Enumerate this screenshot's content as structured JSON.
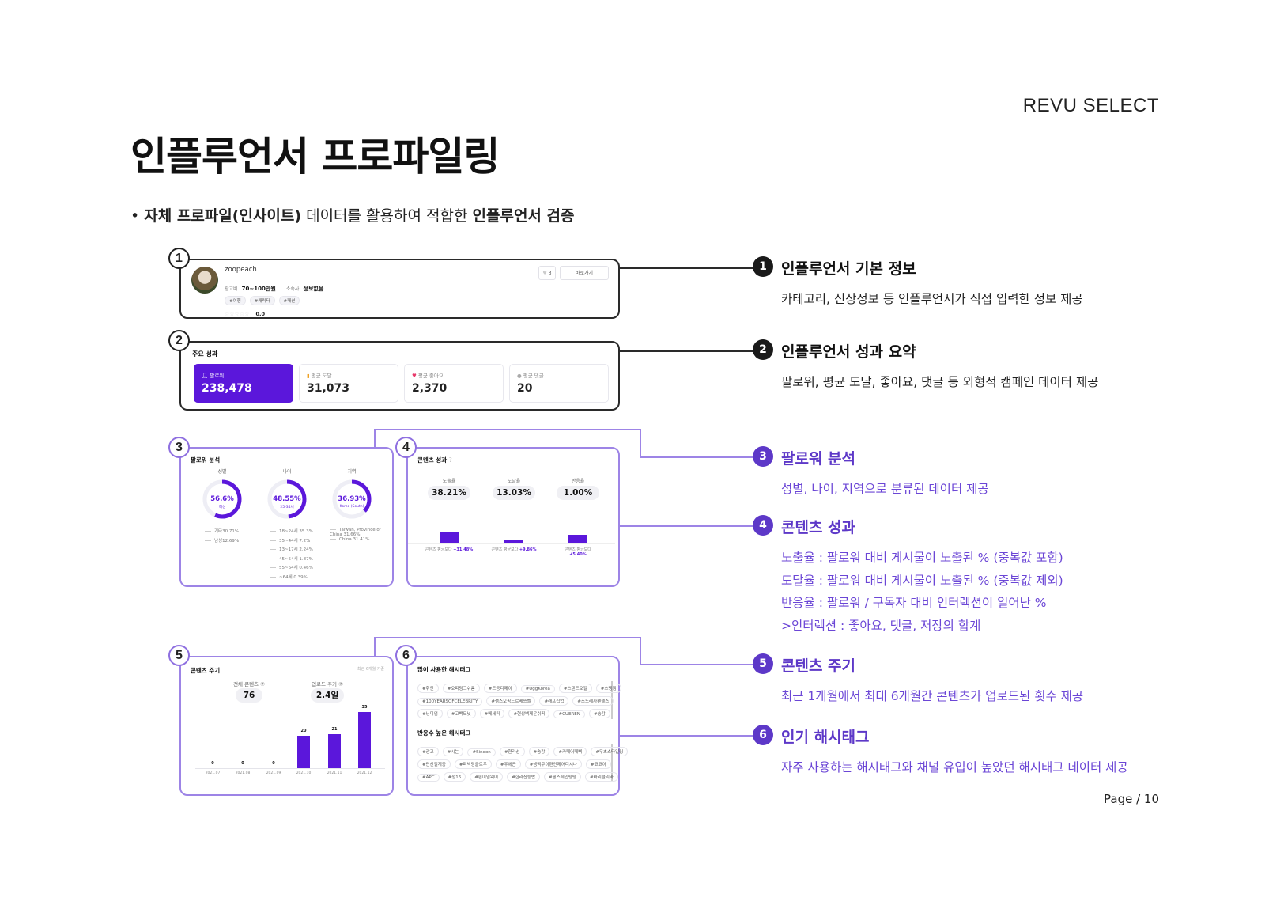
{
  "brand": "REVU SELECT",
  "title": "인플루언서 프로파일링",
  "subtitle": {
    "bullet": "•",
    "bold1": "자체 프로파일(인사이트)",
    "mid": " 데이터를 활용하여 적합한 ",
    "bold2": "인플루언서 검증"
  },
  "page": "Page / 10",
  "colors": {
    "primary": "#5b17db",
    "accent_text": "#6b46d6",
    "border_purple": "#9d84e6",
    "dark": "#222222"
  },
  "panel1": {
    "num": "1",
    "name": "zoopeach",
    "fee_label": "광고비",
    "fee": "70~100만원",
    "agency_label": "소속사",
    "agency": "정보없음",
    "tags": [
      "#여행",
      "#캐릭터",
      "#패션"
    ],
    "stars": "☆☆☆☆☆",
    "rating": "0.0",
    "rating_fraction": 0,
    "likes": "3",
    "shortcut_label": "바로가기"
  },
  "panel2": {
    "num": "2",
    "title": "주요 성과",
    "cards": [
      {
        "icon": "user-icon",
        "label": "팔로워",
        "value": "238,478"
      },
      {
        "icon": "bar-chart-icon",
        "label": "평균 도달",
        "value": "31,073"
      },
      {
        "icon": "heart-icon",
        "label": "평균 좋아요",
        "value": "2,370"
      },
      {
        "icon": "comment-icon",
        "label": "평균 댓글",
        "value": "20"
      }
    ]
  },
  "panel3": {
    "num": "3",
    "title": "팔로워 분석",
    "donuts": [
      {
        "label": "성별",
        "value": "56.6%",
        "fraction": 0.566,
        "sub": "여성",
        "legend": [
          "기타30.71%",
          "남성12.69%"
        ]
      },
      {
        "label": "나이",
        "value": "48.55%",
        "fraction": 0.4855,
        "sub": "25-34세",
        "legend": [
          "18~24세 35.3%",
          "35~44세 7.2%",
          "13~17세 2.24%",
          "45~54세 1.87%",
          "55~64세 0.46%",
          "~64세 0.39%"
        ]
      },
      {
        "label": "지역",
        "value": "36.93%",
        "fraction": 0.3693,
        "sub": "Korea (South)",
        "legend": [
          "Taiwan, Province of China 31.66%",
          "China 31.41%"
        ]
      }
    ]
  },
  "panel4": {
    "num": "4",
    "title": "콘텐츠 성과",
    "help": "?",
    "metrics": [
      {
        "label": "노출율",
        "value": "38.21%",
        "bar_compare": "+31.48%",
        "compare_label": "콘텐츠 평균보다"
      },
      {
        "label": "도달율",
        "value": "13.03%",
        "bar_compare": "+9.86%",
        "compare_label": "콘텐츠 평균보다"
      },
      {
        "label": "반응율",
        "value": "1.00%",
        "bar_compare": "+5.40%",
        "compare_label": "콘텐츠 평균보다"
      }
    ]
  },
  "panel5": {
    "num": "5",
    "title": "콘텐츠 주기",
    "note": "최근 6개월 기준",
    "total_label": "전체 콘텐츠 ⑦",
    "total": "76",
    "cycle_label": "업로드 주기 ⑦",
    "cycle": "2.4일",
    "chart_data": {
      "type": "bar",
      "categories": [
        "2021.07",
        "2021.08",
        "2021.09",
        "2021.10",
        "2021.11",
        "2021.12"
      ],
      "values": [
        0,
        0,
        0,
        20,
        21,
        35
      ],
      "ylim": [
        0,
        35
      ]
    }
  },
  "panel6": {
    "num": "6",
    "title_used": "많이 사용한 해시태그",
    "title_react": "반응수 높은 해시태그",
    "used": [
      [
        "#취인",
        "#오피링그쉬룸",
        "#드등디제이",
        "#UggKorea",
        "#스탠드오일",
        "#스팽캠"
      ],
      [
        "#100YEARSOFCELEBRITY",
        "#샘스오핑드르베쓰벨",
        "#래프집업",
        "#스드레자펜헬스"
      ],
      [
        "#닝디엄",
        "#고백도넛",
        "#메세틱",
        "#현상백제운쉬픽",
        "#CUEREN",
        "#송감"
      ]
    ],
    "react": [
      [
        "#광고",
        "#시는",
        "#Sinoon",
        "#현라선",
        "#송강",
        "#카페어페삑",
        "#무츠스타일링"
      ],
      [
        "#만선길게둥",
        "#퍼벅링글로우",
        "#우에곤",
        "#생떡주이편인제어디시나",
        "#코코아"
      ],
      [
        "#APC",
        "#성16",
        "#편이임웨어",
        "#한라산등반",
        "#핑스레인뗑뗑",
        "#바리클리바"
      ]
    ]
  },
  "right": [
    {
      "num": "1",
      "heading": "인플루언서 기본 정보",
      "lines": [
        "카테고리, 신상정보 등 인플루언서가 직접 입력한 정보 제공"
      ]
    },
    {
      "num": "2",
      "heading": "인플루언서 성과 요약",
      "lines": [
        "팔로워, 평균 도달, 좋아요, 댓글 등 외형적 캠페인 데이터 제공"
      ]
    },
    {
      "num": "3",
      "heading": "팔로워 분석",
      "lines": [
        "성별, 나이, 지역으로 분류된 데이터 제공"
      ]
    },
    {
      "num": "4",
      "heading": "콘텐츠 성과",
      "lines": [
        "노출율 : 팔로워 대비 게시물이 노출된 % (중복값 포함)",
        "도달율 : 팔로워 대비 게시물이 노출된 % (중복값 제외)",
        "반응율 : 팔로워 / 구독자 대비 인터렉션이 일어난 %",
        ">인터렉션 : 좋아요, 댓글, 저장의 합계"
      ]
    },
    {
      "num": "5",
      "heading": "콘텐츠 주기",
      "lines": [
        "최근 1개월에서 최대 6개월간 콘텐츠가 업로드된 횟수 제공"
      ]
    },
    {
      "num": "6",
      "heading": "인기 해시태그",
      "lines": [
        "자주 사용하는 해시태그와 채널 유입이 높았던 해시태그 데이터 제공"
      ]
    }
  ]
}
